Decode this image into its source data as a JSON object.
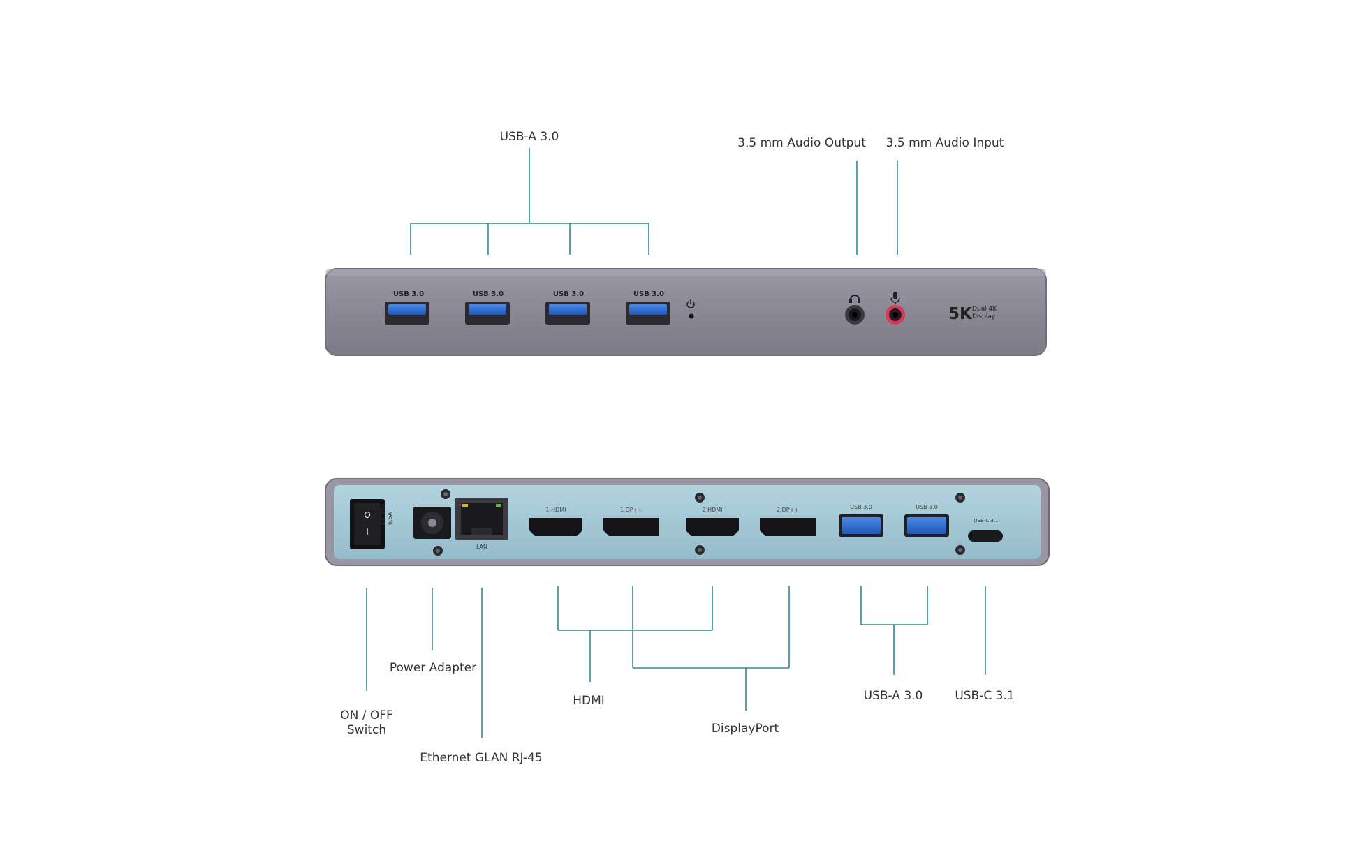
{
  "labels": {
    "front_usb": "USB-A 3.0",
    "audio_out": "3.5 mm Audio Output",
    "audio_in": "3.5 mm Audio Input",
    "on_off_line1": "ON / OFF",
    "on_off_line2": "Switch",
    "power_adapter": "Power Adapter",
    "ethernet": "Ethernet GLAN RJ-45",
    "hdmi": "HDMI",
    "displayport": "DisplayPort",
    "rear_usb_a": "USB-A 3.0",
    "rear_usb_c": "USB-C 3.1"
  },
  "front_panel": {
    "usb_port_label": "USB 3.0",
    "badge_main": "5K",
    "badge_line1": "Dual 4K",
    "badge_line2": "Display"
  },
  "rear_panel": {
    "lan_label": "LAN",
    "dc_label_1": "DC 20V",
    "dc_label_2": "6.5A",
    "hdmi1_label": "1 HDMI",
    "dp1_label": "1 DP++",
    "hdmi2_label": "2 HDMI",
    "dp2_label": "2 DP++",
    "usb_label": "USB 3.0",
    "usbc_label": "USB-C 3.1",
    "switch_on": "O",
    "switch_off": "I"
  },
  "colors": {
    "leader": "#2b8c92",
    "housing": "#8c8a96",
    "rear_panel": "#a6cad6",
    "usb_blue": "#2f6fd0"
  }
}
